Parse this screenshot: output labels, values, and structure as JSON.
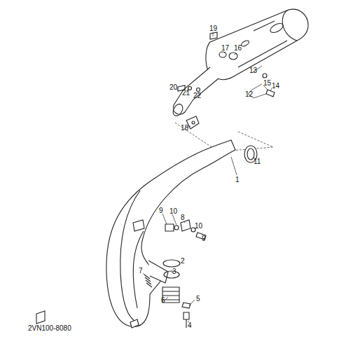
{
  "diagram": {
    "labels": [
      "19",
      "17",
      "16",
      "13",
      "15",
      "14",
      "12",
      "20",
      "21",
      "22",
      "18",
      "11",
      "1",
      "9",
      "10",
      "8",
      "9",
      "10",
      "2",
      "7",
      "3",
      "6",
      "5",
      "4",
      "2VN100-8080"
    ]
  }
}
